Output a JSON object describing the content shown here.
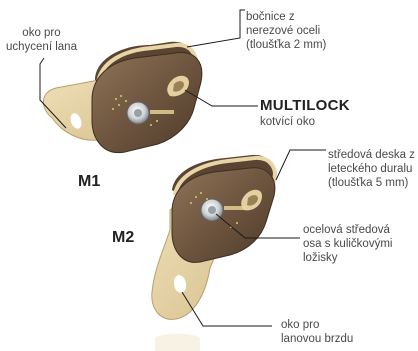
{
  "labels": {
    "oko_uchyceni": "oko pro\nuchycení lana",
    "bocnice": "bočnice z\nnerezové oceli\n(tloušťka 2 mm)",
    "multilock_title": "MULTILOCK",
    "multilock_sub": "kotvící oko",
    "model_m1": "M1",
    "model_m2": "M2",
    "stredova_deska": "středová deska z\nleteckého duralu\n(tloušťka 5 mm)",
    "stredova_osa": "ocelová středová\nosa s kuličkovými\nložisky",
    "oko_brzda": "oko pro\nlanovou brzdu"
  },
  "colors": {
    "bronze": "#7a6048",
    "bronze_dark": "#4e3b2a",
    "alu": "#e6d3a6",
    "alu_shadow": "#c9b27f",
    "leader": "#1a1a1a"
  }
}
